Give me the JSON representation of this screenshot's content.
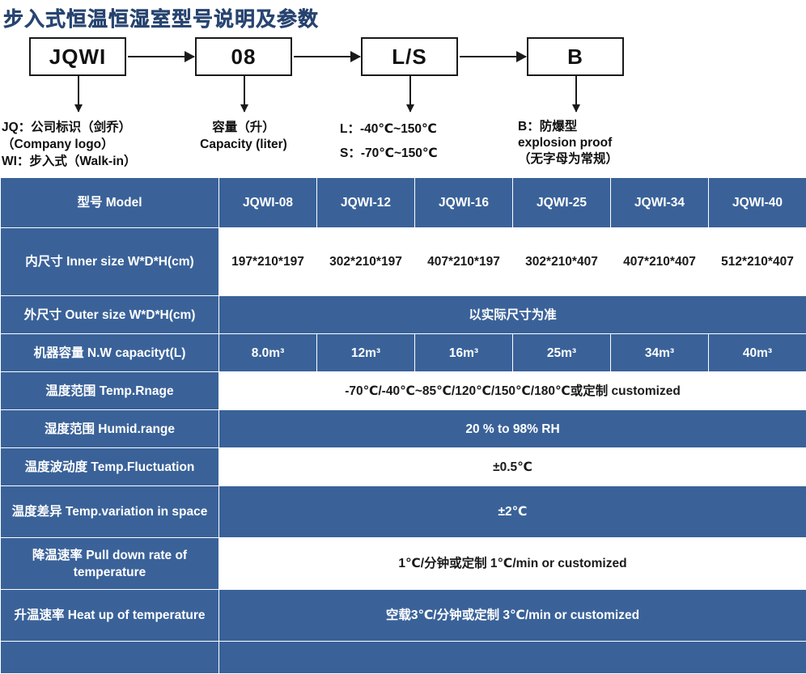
{
  "page_title": "步入式恒温恒湿室型号说明及参数",
  "theme": {
    "accent_blue": "#3a6299",
    "title_blue": "#2d4f82",
    "cell_white": "#ffffff",
    "text_dark": "#1a1a1a"
  },
  "flow": {
    "boxes": [
      {
        "label": "JQWI"
      },
      {
        "label": "08"
      },
      {
        "label": "L/S"
      },
      {
        "label": "B"
      }
    ],
    "captions": [
      {
        "lines": [
          "JQ：公司标识（剑乔）",
          "（Company logo）",
          "WI：步入式（Walk-in）"
        ]
      },
      {
        "lines": [
          "容量（升）",
          "Capacity (liter)"
        ]
      },
      {
        "lines": [
          "L：-40℃~150℃",
          "S：-70℃~150℃"
        ]
      },
      {
        "lines": [
          "B：防爆型",
          "explosion proof",
          "（无字母为常规）"
        ]
      }
    ]
  },
  "table": {
    "header": {
      "label": "型号 Model",
      "models": [
        "JQWI-08",
        "JQWI-12",
        "JQWI-16",
        "JQWI-25",
        "JQWI-34",
        "JQWI-40"
      ]
    },
    "rows": [
      {
        "label": "内尺寸 Inner size W*D*H(cm)",
        "style": "white",
        "span": false,
        "values": [
          "197*210*197",
          "302*210*197",
          "407*210*197",
          "302*210*407",
          "407*210*407",
          "512*210*407"
        ]
      },
      {
        "label": "外尺寸 Outer size W*D*H(cm)",
        "style": "blue",
        "span": true,
        "value": "以实际尺寸为准"
      },
      {
        "label": "机器容量 N.W capacityt(L)",
        "style": "blue",
        "span": false,
        "values": [
          "8.0m³",
          "12m³",
          "16m³",
          "25m³",
          "34m³",
          "40m³"
        ]
      },
      {
        "label": "温度范围 Temp.Rnage",
        "style": "white",
        "span": true,
        "value": "-70℃/-40℃~85℃/120℃/150℃/180℃或定制 customized"
      },
      {
        "label": "湿度范围 Humid.range",
        "style": "blue",
        "span": true,
        "value": "20 % to 98% RH"
      },
      {
        "label": "温度波动度 Temp.Fluctuation",
        "style": "white",
        "span": true,
        "value": "±0.5℃"
      },
      {
        "label": "温度差异 Temp.variation in space",
        "style": "blue",
        "span": true,
        "value": "±2℃"
      },
      {
        "label": "降温速率 Pull down rate of temperature",
        "style": "white",
        "span": true,
        "value": "1℃/分钟或定制    1℃/min or customized"
      },
      {
        "label": "升温速率 Heat up of temperature",
        "style": "blue",
        "span": true,
        "value": "空载3℃/分钟或定制 3℃/min or customized"
      },
      {
        "label": "",
        "style": "blue",
        "span": true,
        "value": ""
      }
    ]
  }
}
